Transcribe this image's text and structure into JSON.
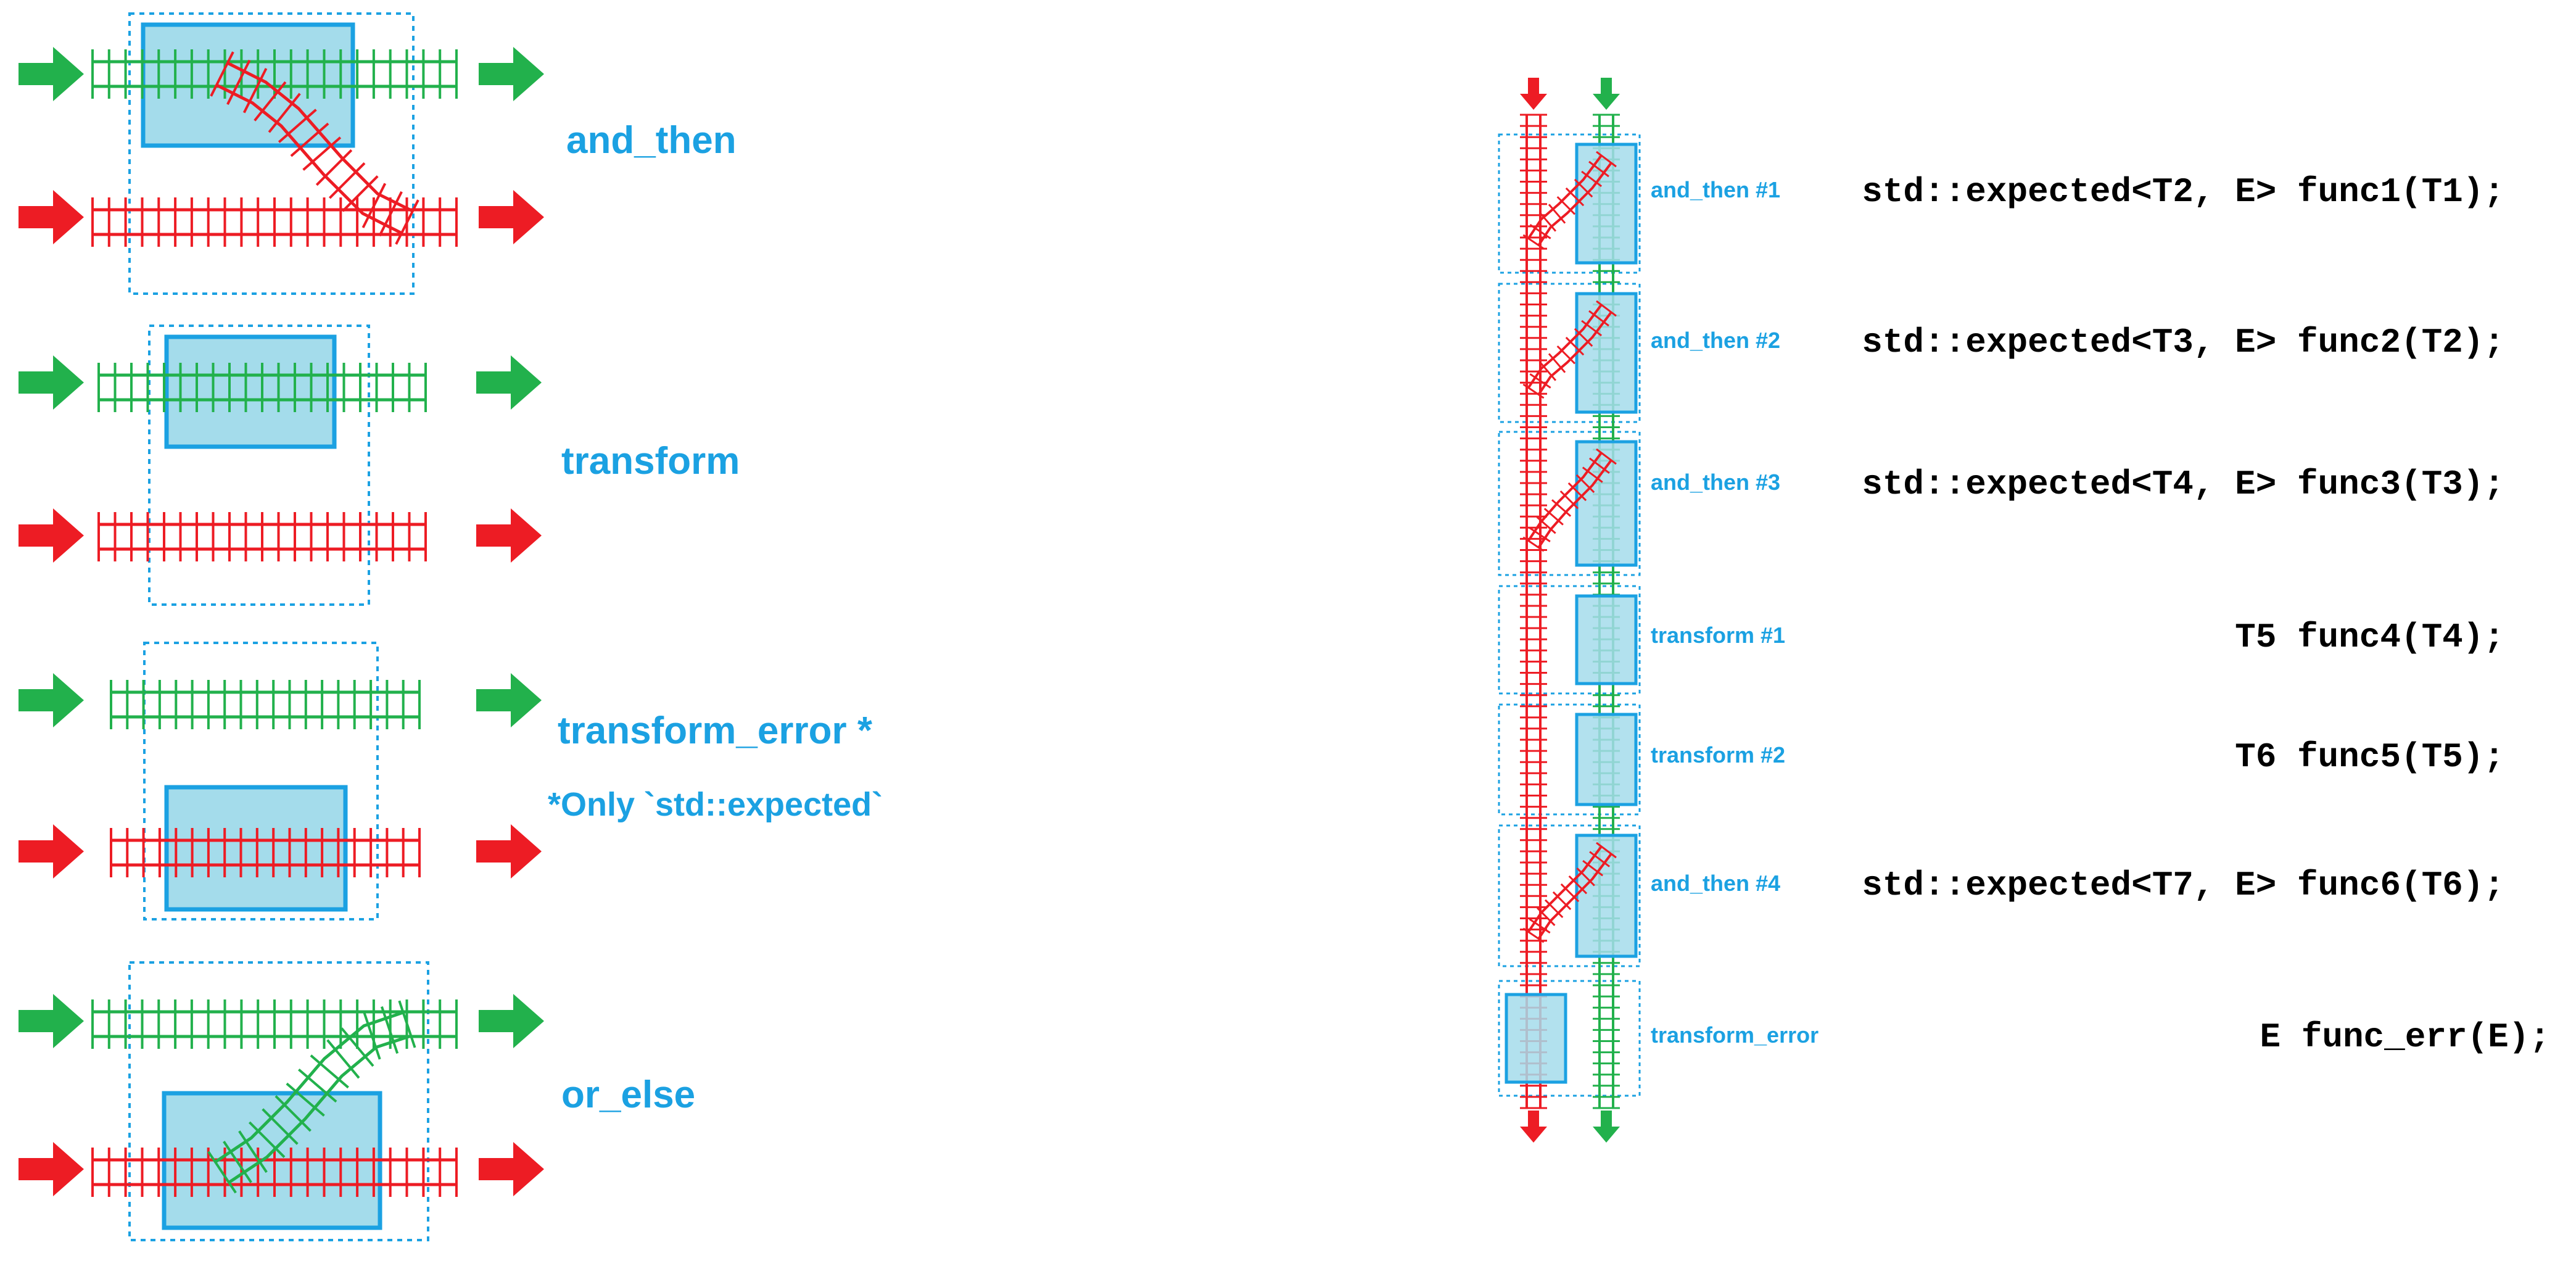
{
  "colors": {
    "success_track": "#22b14c",
    "error_track": "#ed1c24",
    "label": "#1ba1e2",
    "box_fill": "#a4dceb",
    "box_stroke": "#1ba1e2",
    "code_text": "#000000"
  },
  "operations": {
    "and_then": "and_then",
    "transform": "transform",
    "transform_error": "transform_error *",
    "transform_error_note": "*Only `std::expected`",
    "or_else": "or_else"
  },
  "pipeline": {
    "stages": [
      {
        "label": "and_then #1",
        "kind": "and_then",
        "code": "std::expected<T2, E> func1(T1);"
      },
      {
        "label": "and_then #2",
        "kind": "and_then",
        "code": "std::expected<T3, E> func2(T2);"
      },
      {
        "label": "and_then #3",
        "kind": "and_then",
        "code": "std::expected<T4, E> func3(T3);"
      },
      {
        "label": "transform #1",
        "kind": "transform",
        "code": "T5 func4(T4);"
      },
      {
        "label": "transform #2",
        "kind": "transform",
        "code": "T6 func5(T5);"
      },
      {
        "label": "and_then #4",
        "kind": "and_then",
        "code": "std::expected<T7, E> func6(T6);"
      },
      {
        "label": "transform_error",
        "kind": "transform_error",
        "code": "E func_err(E);"
      }
    ]
  }
}
